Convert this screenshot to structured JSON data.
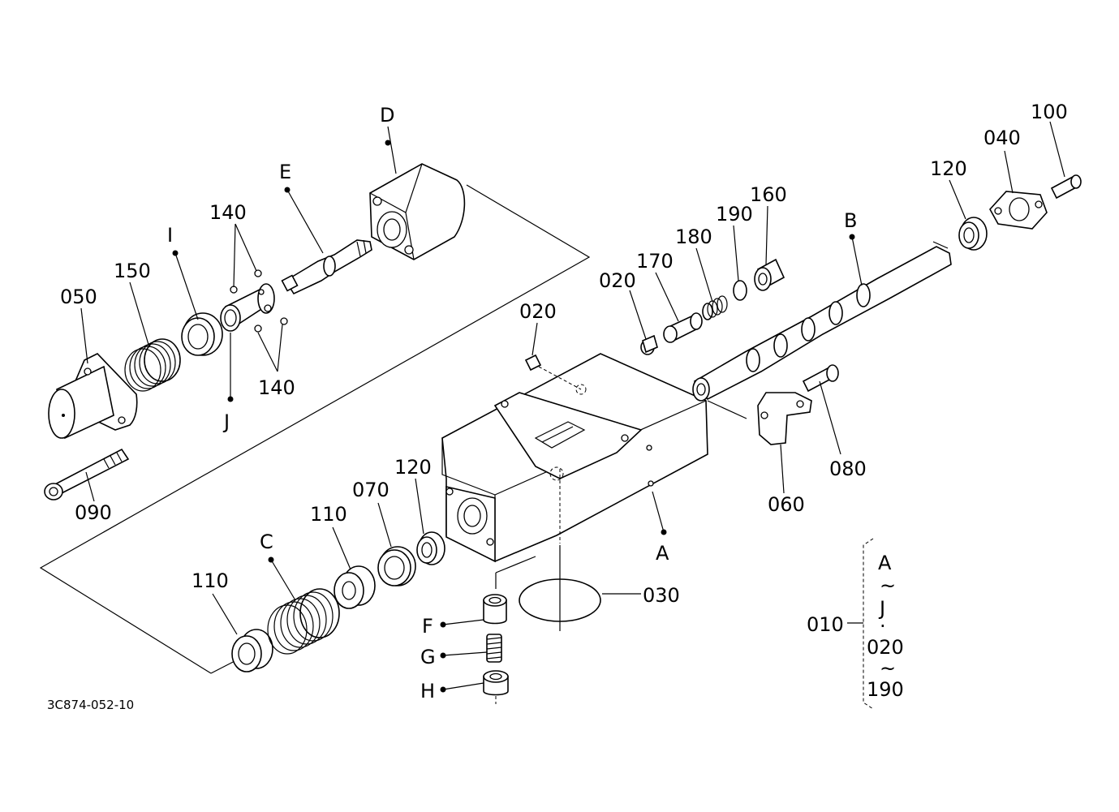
{
  "drawing_ref": "3C874-052-10",
  "callouts": {
    "D": "D",
    "E": "E",
    "I": "I",
    "J": "J",
    "B": "B",
    "A": "A",
    "C": "C",
    "F": "F",
    "G": "G",
    "H": "H",
    "p050": "050",
    "p150": "150",
    "p140a": "140",
    "p140b": "140",
    "p090": "090",
    "p020a": "020",
    "p020b": "020",
    "p170": "170",
    "p180": "180",
    "p190": "190",
    "p160": "160",
    "p120a": "120",
    "p040": "040",
    "p100": "100",
    "p080": "080",
    "p060": "060",
    "p030": "030",
    "p070": "070",
    "p110a": "110",
    "p110b": "110",
    "p120b": "120"
  },
  "legend": {
    "assembly": "010",
    "range1_start": "A",
    "range1_tilde": "~",
    "range1_end": "J",
    "separator": "·",
    "range2_start": "020",
    "range2_tilde": "~",
    "range2_end": "190"
  }
}
